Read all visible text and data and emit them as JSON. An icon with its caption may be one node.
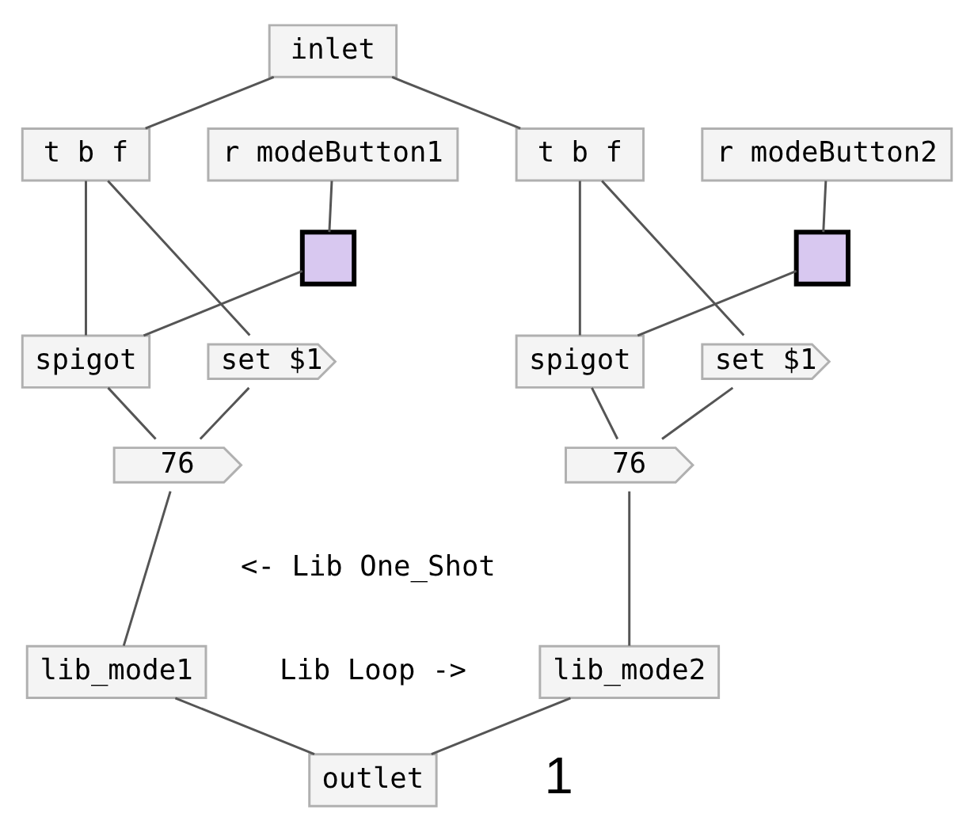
{
  "diagram": {
    "nodes": [
      {
        "text": [
          "inlet"
        ]
      },
      {
        "text": [
          "t b f"
        ]
      },
      {
        "text": [
          "r modeButton1"
        ]
      },
      {
        "text": [],
        "shape": "box"
      },
      {
        "text": [
          "spigot"
        ]
      },
      {
        "text": [
          "set $1"
        ]
      },
      {
        "text": [
          "76"
        ]
      },
      {
        "text": [
          "lib_mode1"
        ]
      },
      {
        "text": [
          "t b f"
        ]
      },
      {
        "text": [
          "r modeButton2"
        ]
      },
      {
        "text": [],
        "shape": "box"
      },
      {
        "text": [
          "spigot"
        ]
      },
      {
        "text": [
          "set $1"
        ]
      },
      {
        "text": [
          "76"
        ]
      },
      {
        "text": [
          "lib_mode2"
        ]
      },
      {
        "text": [
          "outlet"
        ]
      }
    ],
    "edges": [
      {
        "from": 0,
        "to": 1,
        "arrow": "none"
      },
      {
        "from": 0,
        "to": 8,
        "arrow": "none"
      },
      {
        "from": 1,
        "to": 4,
        "arrow": "none"
      },
      {
        "from": 1,
        "to": 5,
        "arrow": "none"
      },
      {
        "from": 2,
        "to": 3,
        "arrow": "none"
      },
      {
        "from": 3,
        "to": 4,
        "arrow": "none"
      },
      {
        "from": 4,
        "to": 6,
        "arrow": "none"
      },
      {
        "from": 5,
        "to": 6,
        "arrow": "none"
      },
      {
        "from": 6,
        "to": 7,
        "arrow": "none"
      },
      {
        "from": 7,
        "to": 15,
        "arrow": "none"
      },
      {
        "from": 8,
        "to": 11,
        "arrow": "none"
      },
      {
        "from": 8,
        "to": 12,
        "arrow": "none"
      },
      {
        "from": 9,
        "to": 10,
        "arrow": "none"
      },
      {
        "from": 10,
        "to": 11,
        "arrow": "none"
      },
      {
        "from": 11,
        "to": 13,
        "arrow": "none"
      },
      {
        "from": 12,
        "to": 13,
        "arrow": "none"
      },
      {
        "from": 13,
        "to": 14,
        "arrow": "none"
      },
      {
        "from": 14,
        "to": 15,
        "arrow": "none"
      }
    ],
    "labels": [
      "<- Lib One_Shot",
      "Lib Loop ->",
      "1"
    ]
  }
}
